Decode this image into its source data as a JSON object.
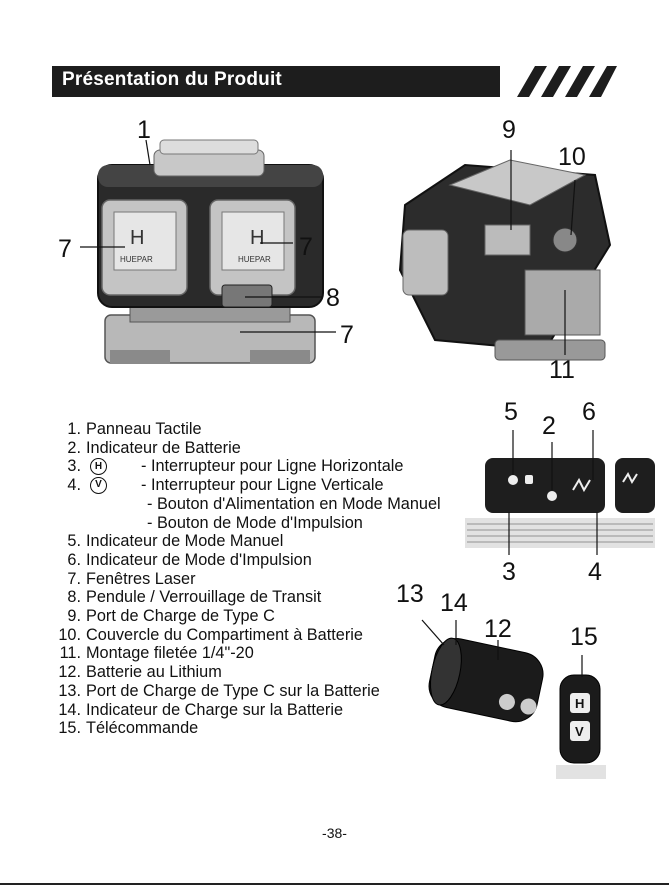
{
  "header": {
    "title": "Présentation du Produit"
  },
  "callouts": {
    "top_left": [
      "1",
      "7",
      "7",
      "8",
      "7"
    ],
    "top_right": [
      "9",
      "10",
      "11"
    ],
    "panel": [
      "5",
      "2",
      "6",
      "3",
      "4"
    ],
    "battery": [
      "13",
      "14",
      "12",
      "15"
    ]
  },
  "items": [
    {
      "num": "1.",
      "text": "Panneau Tactile"
    },
    {
      "num": "2.",
      "text": "Indicateur de Batterie"
    },
    {
      "num": "3.",
      "icon": "H",
      "text": "- Interrupteur pour Ligne Horizontale"
    },
    {
      "num": "4.",
      "icon": "V",
      "text": "- Interrupteur pour Ligne Verticale"
    },
    {
      "sub1": "- Bouton d'Alimentation en Mode Manuel"
    },
    {
      "sub2": "- Bouton de Mode d'Impulsion"
    },
    {
      "num": "5.",
      "text": "Indicateur de Mode Manuel"
    },
    {
      "num": "6.",
      "text": "Indicateur de Mode d'Impulsion"
    },
    {
      "num": "7.",
      "text": "Fenêtres Laser"
    },
    {
      "num": "8.",
      "text": "Pendule / Verrouillage de Transit"
    },
    {
      "num": "9.",
      "text": "Port de Charge de Type C"
    },
    {
      "num": "10.",
      "text": "Couvercle du Compartiment à Batterie"
    },
    {
      "num": "11.",
      "text": "Montage filetée 1/4\"-20"
    },
    {
      "num": "12.",
      "text": "Batterie au Lithium"
    },
    {
      "num": "13.",
      "text": "Port de Charge de Type C sur la Batterie"
    },
    {
      "num": "14.",
      "text": "Indicateur de Charge sur la Batterie"
    },
    {
      "num": "15.",
      "text": "Télécommande"
    }
  ],
  "device_brand": "HUEPAR",
  "remote_keys": [
    "H",
    "V"
  ],
  "footer": {
    "page": "-38-"
  }
}
